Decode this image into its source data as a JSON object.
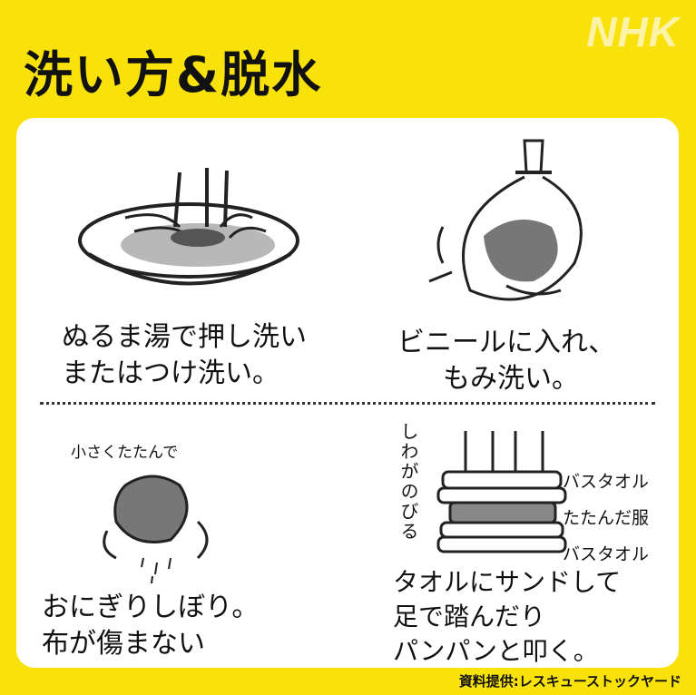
{
  "title": "洗い方&脱水",
  "logo": "NHK",
  "panels": {
    "p1": {
      "line1": "ぬるま湯で押し洗い",
      "line2": "またはつけ洗い。"
    },
    "p2": {
      "line1": "ビニールに入れ、",
      "line2": "もみ洗い。"
    },
    "p3": {
      "caption": "小さくたたんで",
      "line1": "おにぎりしぼり。",
      "line2": "布が傷まない"
    },
    "p4": {
      "vertical": "しわがのびる",
      "label_top": "バスタオル",
      "label_mid": "たたんだ服",
      "label_bottom": "バスタオル",
      "line1": "タオルにサンドして",
      "line2": "足で踏んだり",
      "line3": "パンパンと叩く。"
    }
  },
  "credit": "資料提供:レスキューストックヤード",
  "colors": {
    "background": "#f9e20c",
    "card": "#ffffff",
    "ink": "#111111"
  }
}
